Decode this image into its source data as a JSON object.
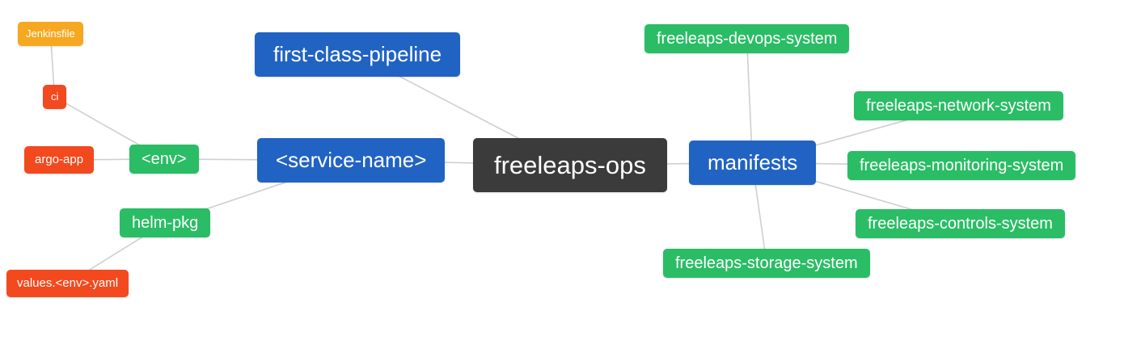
{
  "diagram": {
    "type": "mindmap",
    "root": "freeleaps-ops"
  },
  "colors": {
    "blue": "#2163c3",
    "dark": "#3b3b3b",
    "green": "#2abd65",
    "orange": "#f6a821",
    "red": "#f3491f",
    "line": "#cfcfcf"
  },
  "nodes": {
    "jenkinsfile": {
      "label": "Jenkinsfile",
      "color": "orange"
    },
    "ci": {
      "label": "ci",
      "color": "red"
    },
    "argo_app": {
      "label": "argo-app",
      "color": "red"
    },
    "env": {
      "label": "<env>",
      "color": "green"
    },
    "helm_pkg": {
      "label": "helm-pkg",
      "color": "green"
    },
    "values_env_yaml": {
      "label": "values.<env>.yaml",
      "color": "red"
    },
    "service_name": {
      "label": "<service-name>",
      "color": "blue"
    },
    "first_class_pipeline": {
      "label": "first-class-pipeline",
      "color": "blue"
    },
    "freeleaps_ops": {
      "label": "freeleaps-ops",
      "color": "dark"
    },
    "manifests": {
      "label": "manifests",
      "color": "blue"
    },
    "devops_system": {
      "label": "freeleaps-devops-system",
      "color": "green"
    },
    "network_system": {
      "label": "freeleaps-network-system",
      "color": "green"
    },
    "monitoring_system": {
      "label": "freeleaps-monitoring-system",
      "color": "green"
    },
    "controls_system": {
      "label": "freeleaps-controls-system",
      "color": "green"
    },
    "storage_system": {
      "label": "freeleaps-storage-system",
      "color": "green"
    }
  },
  "edges": [
    {
      "from": "freeleaps_ops",
      "to": "first_class_pipeline"
    },
    {
      "from": "freeleaps_ops",
      "to": "service_name"
    },
    {
      "from": "service_name",
      "to": "env"
    },
    {
      "from": "env",
      "to": "ci"
    },
    {
      "from": "ci",
      "to": "jenkinsfile"
    },
    {
      "from": "env",
      "to": "argo_app"
    },
    {
      "from": "service_name",
      "to": "helm_pkg"
    },
    {
      "from": "helm_pkg",
      "to": "values_env_yaml"
    },
    {
      "from": "freeleaps_ops",
      "to": "manifests"
    },
    {
      "from": "manifests",
      "to": "devops_system"
    },
    {
      "from": "manifests",
      "to": "network_system"
    },
    {
      "from": "manifests",
      "to": "monitoring_system"
    },
    {
      "from": "manifests",
      "to": "controls_system"
    },
    {
      "from": "manifests",
      "to": "storage_system"
    }
  ]
}
